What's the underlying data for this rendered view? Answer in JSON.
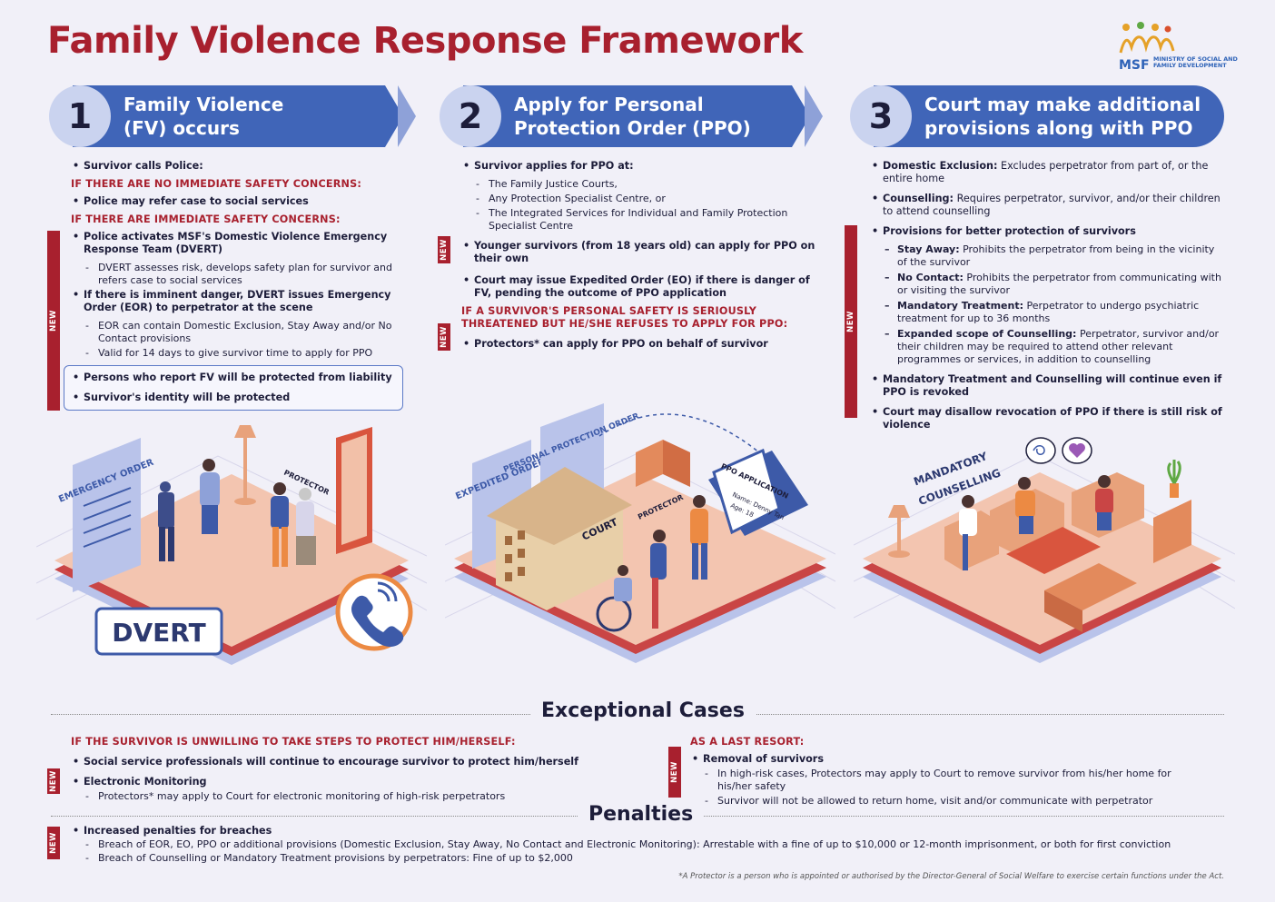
{
  "title": "Family Violence Response Framework",
  "logo": {
    "abbr": "MSF",
    "name": "MINISTRY OF SOCIAL AND FAMILY DEVELOPMENT"
  },
  "steps": [
    {
      "num": "1",
      "line1": "Family Violence",
      "line2": "(FV) occurs"
    },
    {
      "num": "2",
      "line1": "Apply for Personal",
      "line2": "Protection Order (PPO)"
    },
    {
      "num": "3",
      "line1": "Court may make additional",
      "line2": "provisions along with PPO"
    }
  ],
  "new_label": "NEW",
  "col1": {
    "p1": "Survivor calls Police:",
    "h1": "IF THERE ARE NO IMMEDIATE SAFETY CONCERNS:",
    "p2": "Police may refer case to social services",
    "h2": "IF THERE ARE IMMEDIATE SAFETY CONCERNS:",
    "p3": "Police activates MSF's Domestic Violence Emergency Response Team (DVERT)",
    "p3s1": "DVERT assesses risk, develops safety plan for survivor and refers case to social services",
    "p4": "If there is imminent danger, DVERT issues Emergency Order (EOR) to perpetrator at the scene",
    "p4s1": "EOR can contain Domestic Exclusion, Stay Away and/or No Contact provisions",
    "p4s2": "Valid for 14 days to give survivor time to apply for PPO",
    "box1": "Persons who report FV will be protected from liability",
    "box2": "Survivor's identity will be protected"
  },
  "col2": {
    "p1": "Survivor applies for PPO at:",
    "p1s1": "The Family Justice Courts,",
    "p1s2": "Any Protection Specialist Centre, or",
    "p1s3": "The Integrated Services for Individual and Family Protection Specialist Centre",
    "p2": "Younger survivors (from 18 years old) can apply for PPO on their own",
    "p3": "Court may issue Expedited Order (EO) if there is danger of FV, pending the outcome of PPO application",
    "h1": "IF A SURVIVOR'S PERSONAL SAFETY IS SERIOUSLY THREATENED BUT HE/SHE REFUSES TO APPLY FOR PPO:",
    "p4": "Protectors* can apply for PPO on behalf of survivor"
  },
  "col3": {
    "p1b": "Domestic Exclusion:",
    "p1": " Excludes perpetrator from part of, or the entire home",
    "p2b": "Counselling:",
    "p2": " Requires perpetrator, survivor, and/or their children to attend counselling",
    "p3": "Provisions for better protection of survivors",
    "s1b": "Stay Away:",
    "s1": " Prohibits the perpetrator from being in the vicinity of the survivor",
    "s2b": "No Contact:",
    "s2": " Prohibits the perpetrator from communicating with or visiting the survivor",
    "s3b": "Mandatory Treatment:",
    "s3": " Perpetrator to undergo psychiatric treatment for up to 36 months",
    "s4b": "Expanded scope of Counselling:",
    "s4": " Perpetrator, survivor and/or their children may be required to attend other relevant programmes or services, in addition to counselling",
    "p4": "Mandatory Treatment and Counselling will continue even if PPO is revoked",
    "p5": "Court may disallow revocation of PPO if there is still risk of violence"
  },
  "scenes": {
    "emergency_order": "EMERGENCY ORDER",
    "protector": "PROTECTOR",
    "dvert": "DVERT",
    "expedited_order": "EXPEDITED ORDER",
    "ppo": "PERSONAL PROTECTION ORDER",
    "court": "COURT",
    "protector2": "PROTECTOR",
    "ppo_app": "PPO APPLICATION",
    "ppo_name": "Name: Denny Tan",
    "ppo_age": "Age:   18",
    "mandatory": "MANDATORY",
    "counselling": "COUNSELLING"
  },
  "exceptional": {
    "title": "Exceptional Cases",
    "left_h": "IF THE SURVIVOR IS UNWILLING TO TAKE STEPS TO PROTECT HIM/HERSELF:",
    "left_p1": "Social service professionals will continue to encourage survivor to protect him/herself",
    "left_p2": "Electronic Monitoring",
    "left_p2s": "Protectors* may apply to Court for electronic monitoring of high-risk perpetrators",
    "right_h": "AS A LAST RESORT:",
    "right_p1": "Removal of survivors",
    "right_s1": "In high-risk cases, Protectors may apply to Court to remove survivor from his/her home for his/her safety",
    "right_s2": "Survivor will not be allowed to return home, visit and/or communicate with perpetrator"
  },
  "penalties": {
    "title": "Penalties",
    "p1": "Increased penalties for breaches",
    "s1": "Breach of EOR, EO, PPO or additional provisions (Domestic Exclusion, Stay Away, No Contact and Electronic Monitoring): Arrestable with a fine of up to $10,000 or 12-month imprisonment, or both for first conviction",
    "s2": "Breach of Counselling or Mandatory Treatment provisions by perpetrators: Fine of up to $2,000"
  },
  "footnote": "*A Protector is a person who is appointed or authorised by the Director-General of Social Welfare to exercise certain functions under the Act."
}
